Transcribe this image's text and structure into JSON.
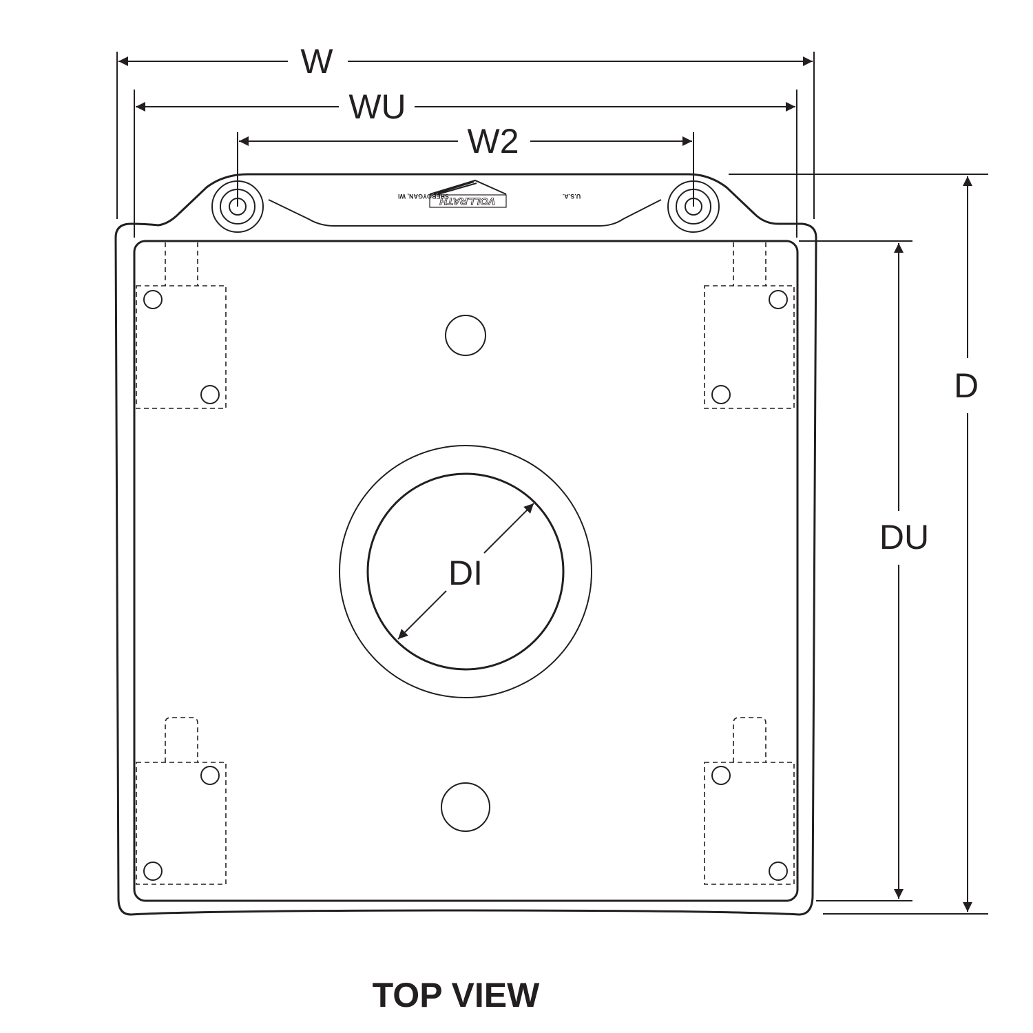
{
  "dimensions": {
    "w": "W",
    "wu": "WU",
    "w2": "W2",
    "d": "D",
    "du": "DU",
    "di": "DI"
  },
  "view_title": "TOP VIEW",
  "handle_markings": {
    "left": "U.S.A.",
    "logo": "VOLLRATH",
    "right": "SHEBOYGAN, WI"
  }
}
